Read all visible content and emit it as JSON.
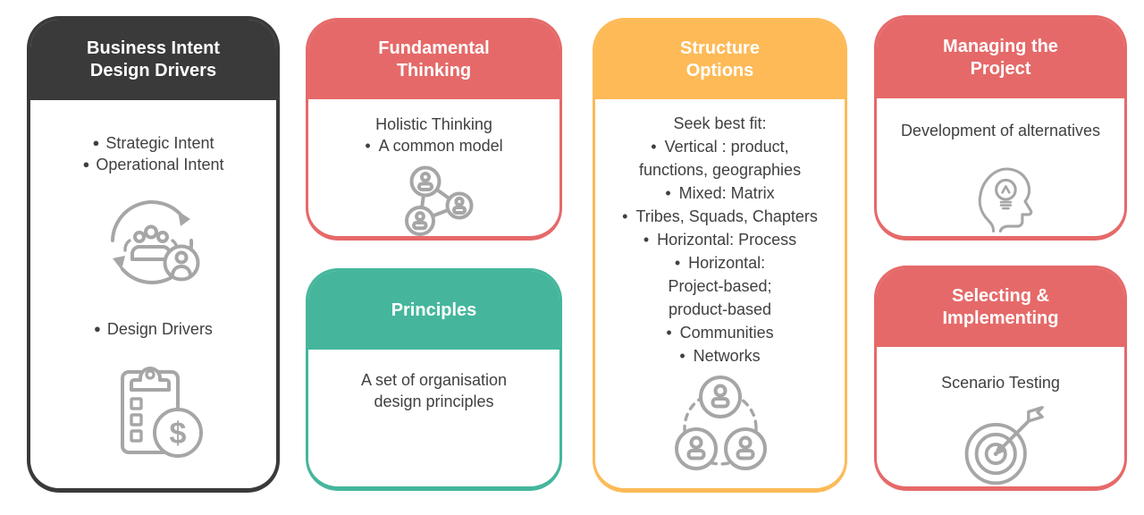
{
  "colors": {
    "dark_header": "#3a3a3a",
    "red_header": "#e66969",
    "teal_header": "#45b69c",
    "yellow_header": "#fdba57",
    "icon_gray": "#a6a6a6",
    "body_text": "#404040"
  },
  "cards": {
    "business_intent": {
      "title_lines": [
        "Business Intent",
        "Design Drivers"
      ],
      "items": [
        {
          "marker": "●",
          "text": "Strategic Intent"
        },
        {
          "marker": "●",
          "text": "Operational Intent"
        },
        {
          "marker": "●",
          "text": "Design Drivers"
        }
      ],
      "icons": [
        "people-cycle-icon",
        "clipboard-dollar-icon"
      ]
    },
    "fundamental_thinking": {
      "title_lines": [
        "Fundamental",
        "Thinking"
      ],
      "lines": [
        {
          "marker": "",
          "text": "Holistic Thinking"
        },
        {
          "marker": "•",
          "text": "A common model"
        }
      ],
      "icon": "people-network-icon"
    },
    "principles": {
      "title_lines": [
        "Principles",
        ""
      ],
      "body": "A set of organisation design principles"
    },
    "structure_options": {
      "title_lines": [
        "Structure",
        "Options"
      ],
      "lines": [
        {
          "marker": "",
          "text": "Seek best fit:"
        },
        {
          "marker": "•",
          "text": "Vertical : product,"
        },
        {
          "marker": "",
          "text": "functions, geographies"
        },
        {
          "marker": "•",
          "text": "Mixed: Matrix"
        },
        {
          "marker": "•",
          "text": "Tribes, Squads, Chapters"
        },
        {
          "marker": "•",
          "text": "Horizontal: Process"
        },
        {
          "marker": "•",
          "text": "Horizontal:"
        },
        {
          "marker": "",
          "text": "Project-based;"
        },
        {
          "marker": "",
          "text": "product-based"
        },
        {
          "marker": "•",
          "text": "Communities"
        },
        {
          "marker": "•",
          "text": "Networks"
        }
      ],
      "icon": "community-network-icon"
    },
    "managing_project": {
      "title_lines": [
        "Managing the",
        "Project"
      ],
      "body": "Development of alternatives",
      "icon": "head-lightbulb-icon"
    },
    "selecting_implementing": {
      "title_lines": [
        "Selecting &",
        "Implementing"
      ],
      "body": "Scenario Testing",
      "icon": "target-arrow-icon"
    }
  }
}
